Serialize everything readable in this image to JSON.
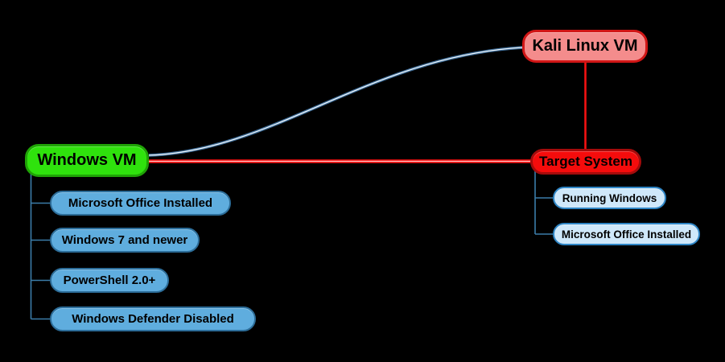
{
  "diagram": {
    "type": "mindmap",
    "nodes": {
      "kali": {
        "label": "Kali Linux VM"
      },
      "windows": {
        "label": "Windows VM"
      },
      "target": {
        "label": "Target System"
      },
      "windows_children": [
        {
          "label": "Microsoft Office Installed"
        },
        {
          "label": "Windows 7 and newer"
        },
        {
          "label": "PowerShell 2.0+"
        },
        {
          "label": "Windows Defender Disabled"
        }
      ],
      "target_children": [
        {
          "label": "Running Windows"
        },
        {
          "label": "Microsoft Office Installed"
        }
      ]
    },
    "connections": [
      {
        "from": "Windows VM",
        "to": "Kali Linux VM",
        "style": "curved",
        "color": "#3f6e99"
      },
      {
        "from": "Windows VM",
        "to": "Target System",
        "style": "straight",
        "color": "#f41212"
      },
      {
        "from": "Kali Linux VM",
        "to": "Target System",
        "style": "straight",
        "color": "#f41212"
      }
    ],
    "colors": {
      "background": "#000000",
      "text": "#000000",
      "kali_fill": "#f48c8c",
      "kali_border": "#d11616",
      "windows_fill": "#2fe20d",
      "windows_border": "#1fa306",
      "target_fill": "#f50c0c",
      "target_border": "#a50b0b",
      "child_fill": "#5fadde",
      "child_border": "#2c6d99",
      "subchild_fill": "#cfe8fa",
      "subchild_border": "#2e85c5",
      "tree_line": "#3b7ca9",
      "relation_blue": "#3f6e99",
      "relation_blue_core": "#eef5fb",
      "relation_red": "#f41212",
      "relation_red_dark": "#c40d0d",
      "relation_red_core": "#ffc9c9"
    }
  }
}
